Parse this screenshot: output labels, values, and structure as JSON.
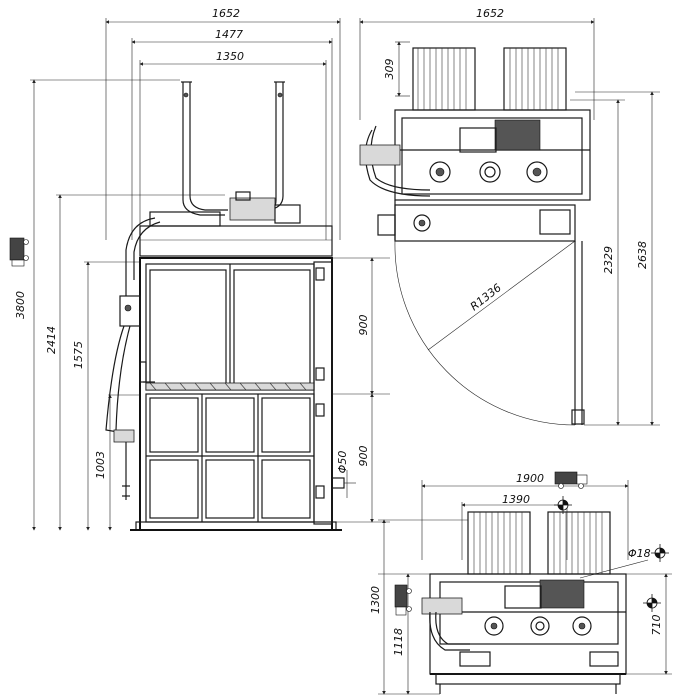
{
  "front_view": {
    "width_overall": "1652",
    "width_mid": "1477",
    "width_inner": "1350",
    "height_total": "3800",
    "height_2414": "2414",
    "height_1575": "1575",
    "height_1003": "1003",
    "chamber_upper": "900",
    "chamber_lower": "900",
    "diameter_50": "Φ50"
  },
  "side_view": {
    "width": "1652",
    "height_top": "309",
    "height_2329": "2329",
    "height_2638": "2638",
    "radius": "R1336"
  },
  "plan_view": {
    "width_1900": "1900",
    "width_1390": "1390",
    "diameter_18": "Φ18",
    "depth_1300": "1300",
    "depth_1118": "1118",
    "depth_710": "710"
  },
  "icons": [
    "truck-icon",
    "truck-icon",
    "truck-icon",
    "lifting-point-icon"
  ]
}
